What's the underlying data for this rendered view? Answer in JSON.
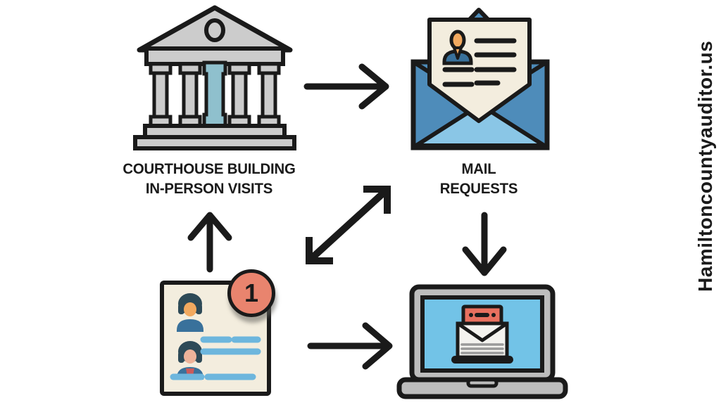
{
  "watermark": {
    "text": "Hamiltoncountyauditor.us"
  },
  "nodes": {
    "courthouse": {
      "icon": "courthouse-icon",
      "label_line1": "COURTHOUSE BUILDING",
      "label_line2": "IN-PERSON VISITS"
    },
    "mail": {
      "icon": "open-envelope-letter-icon",
      "label_line1": "MAIL",
      "label_line2": "REQUESTS"
    },
    "document": {
      "icon": "record-document-icon",
      "badge_count": "1"
    },
    "laptop": {
      "icon": "laptop-online-record-icon"
    }
  },
  "arrows": [
    {
      "name": "courthouse-to-mail",
      "direction": "right"
    },
    {
      "name": "document-to-courthouse",
      "direction": "up"
    },
    {
      "name": "mail-to-laptop",
      "direction": "down"
    },
    {
      "name": "document-to-laptop",
      "direction": "right"
    },
    {
      "name": "document-mail-two-way",
      "direction": "diagonal-both"
    }
  ],
  "palette": {
    "background": "#ffffff",
    "outline": "#1a1a1a",
    "building_gray": "#cccccc",
    "door_teal": "#8fc0cd",
    "envelope_blue": "#4e8cba",
    "envelope_light_blue": "#8ac6e6",
    "paper_cream": "#f3edde",
    "badge_salmon": "#e9846e",
    "screen_blue": "#72c3e7",
    "detail_red": "#e8705f",
    "line_blue": "#6db6dd",
    "skin_orange": "#f2a95f",
    "person_blue": "#39719b",
    "laptop_gray": "#bdbdbd"
  }
}
